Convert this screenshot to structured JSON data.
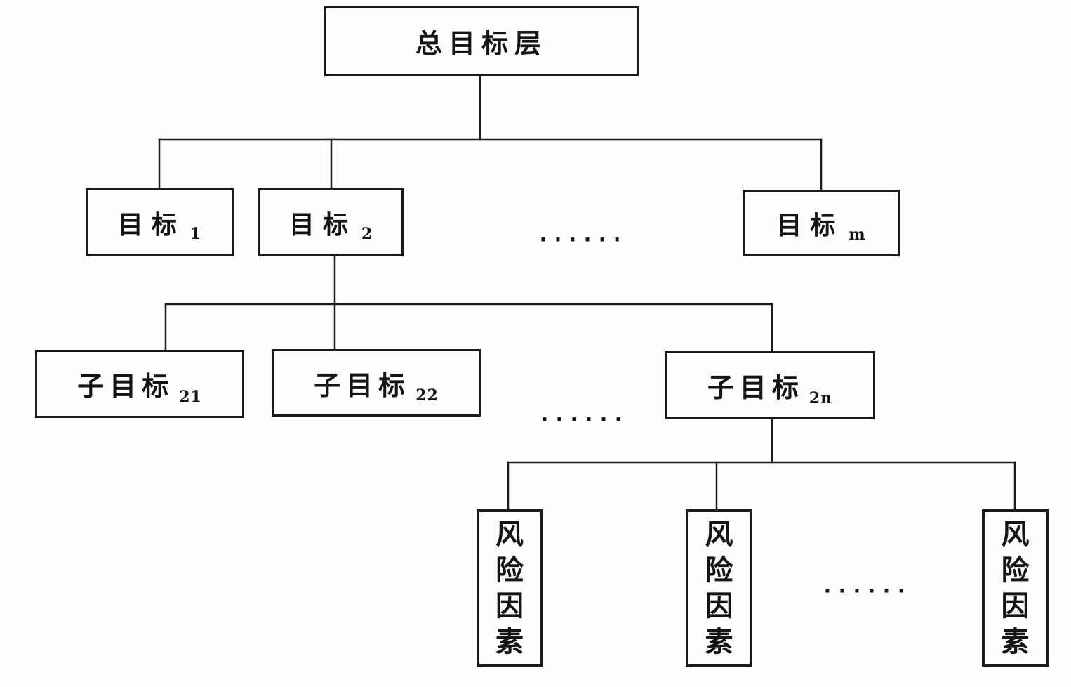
{
  "nodes": {
    "root": {
      "text": "总目标层"
    },
    "goal1": {
      "text": "目标",
      "sub": "1"
    },
    "goal2": {
      "text": "目标",
      "sub": "2"
    },
    "goalm": {
      "text": "目标",
      "sub": "m"
    },
    "sub21": {
      "text": "子目标",
      "sub": "21"
    },
    "sub22": {
      "text": "子目标",
      "sub": "22"
    },
    "sub2n": {
      "text": "子目标",
      "sub": "2n"
    },
    "risk1": {
      "text": "风险因素"
    },
    "risk2": {
      "text": "风险因素"
    },
    "risk3": {
      "text": "风险因素"
    }
  },
  "ellipsis": {
    "level2": "......",
    "level3": "......",
    "level4": "......"
  },
  "colors": {
    "line": "#1b1b1b",
    "text": "#141414",
    "background": "#fdfdfd"
  }
}
